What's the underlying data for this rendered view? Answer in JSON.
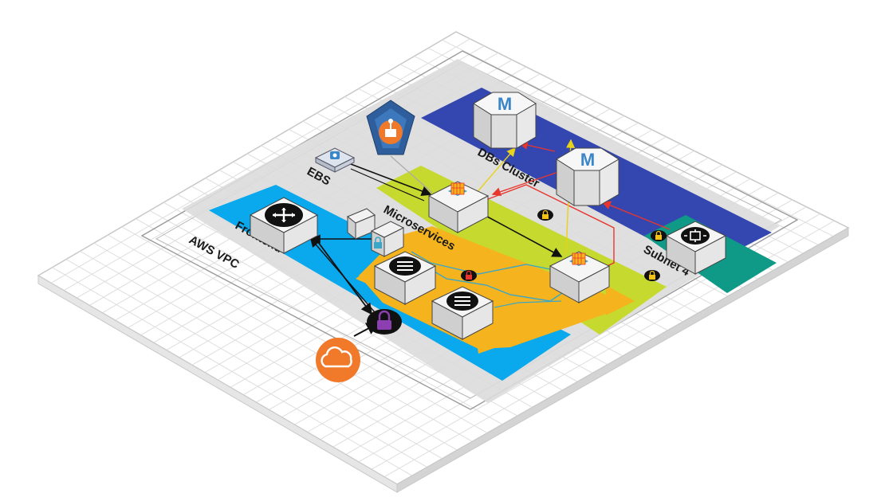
{
  "labels": {
    "aws_vpc": "AWS VPC",
    "frontend": "Frontend",
    "microservices": "Microservices",
    "dbs_cluster": "DBs Cluster",
    "subnet_4": "Subnet 4",
    "ebs": "EBS"
  },
  "db_glyph": "M",
  "colors": {
    "frontend_zone": "#0aa8ec",
    "microservices_zone": "#c6d92e",
    "traffic_band": "#f5b41e",
    "dbs_zone": "#3447b0",
    "subnet_zone": "#0e9a87",
    "cloud": "#f07a2a",
    "security_shield": "#2e5f9c",
    "lock_badge": "#111111",
    "lock_amber": "#f2c21a",
    "lock_red": "#e8352e",
    "lock_purple": "#8b3fb0",
    "arrow_red": "#e8352e",
    "arrow_yellow": "#e8d21a",
    "link_teal": "#3aa6c8"
  },
  "icons": [
    "grid-floor",
    "router-icon",
    "cloud-icon",
    "lock-icon",
    "server-rack-icon",
    "container-icon",
    "database-icon",
    "shield-icon",
    "ebs-volume-icon",
    "gateway-icon"
  ]
}
